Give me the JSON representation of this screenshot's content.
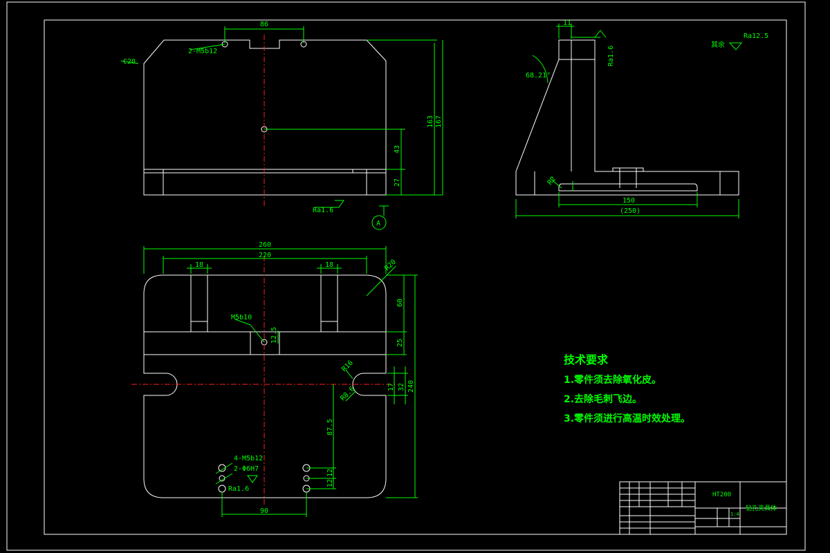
{
  "front_view": {
    "dim_top": "86",
    "holes_top": "2-M5b12",
    "chamfer": "C20",
    "dim_height1": "163",
    "dim_height2": "167",
    "dim_43": "43",
    "dim_27": "27",
    "roughness": "Ra1.6",
    "view_label": "A"
  },
  "side_view": {
    "dim_top": "11",
    "angle": "68.21°",
    "roughness": "Ra1.6",
    "radius": "R2",
    "dim_150": "150",
    "dim_250": "(250)",
    "other_finish_label": "其余",
    "other_finish_value": "Ra12.5"
  },
  "top_view": {
    "dim_260": "260",
    "dim_220": "220",
    "dim_18a": "18",
    "dim_18b": "18",
    "radius_r20": "R20",
    "thread": "M5b10",
    "dim_12_5": "12.5",
    "dim_60": "60",
    "dim_25": "25",
    "radius_r16": "R16",
    "radius_r8": "R8.6",
    "dim_17": "17",
    "dim_32": "32",
    "dim_240": "240",
    "dim_87_5": "87.5",
    "holes_4": "4-M5b12",
    "holes_2": "2-Φ6H7",
    "roughness": "Ra1.6",
    "dim_12a": "12",
    "dim_12b": "12",
    "dim_90": "90"
  },
  "notes": {
    "title": "技术要求",
    "items": [
      "1.零件须去除氧化皮。",
      "2.去除毛刺飞边。",
      "3.零件须进行高温时效处理。"
    ]
  },
  "title_block": {
    "material": "HT200",
    "part_name": "钻孔夹具体",
    "scale": "1:4"
  }
}
